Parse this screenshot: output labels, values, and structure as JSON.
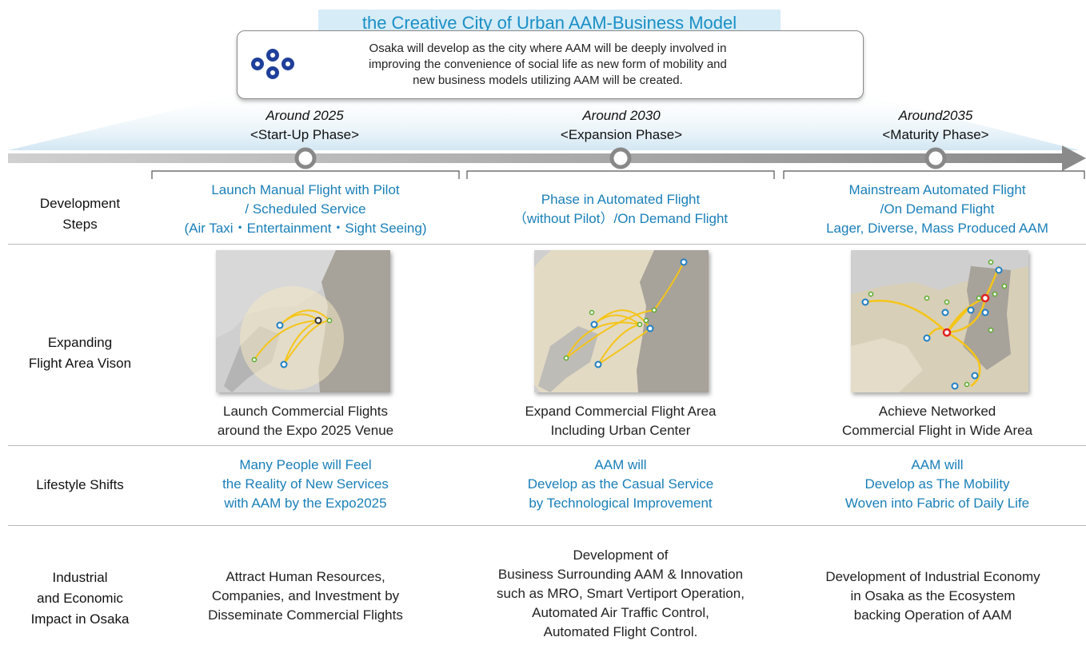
{
  "header": {
    "title": "the Creative City of Urban AAM-Business Model",
    "description": [
      "Osaka will develop as the city where AAM will be deeply involved in",
      "improving the convenience of social life as new form of mobility and",
      "new business models utilizing AAM will be created."
    ]
  },
  "phases": [
    {
      "year": "Around 2025",
      "name": "<Start-Up Phase>"
    },
    {
      "year": "Around 2030",
      "name": "<Expansion Phase>"
    },
    {
      "year": "Around2035",
      "name": "<Maturity Phase>"
    }
  ],
  "rows": {
    "development_steps": {
      "label": [
        "Development",
        "Steps"
      ],
      "cells": [
        [
          "Launch Manual Flight with Pilot",
          "/ Scheduled Service",
          "(Air Taxi・Entertainment・Sight Seeing)"
        ],
        [
          "Phase in Automated Flight",
          "（without Pilot）/On Demand Flight"
        ],
        [
          "Mainstream Automated Flight",
          "/On Demand Flight",
          "Lager, Diverse, Mass Produced AAM"
        ]
      ]
    },
    "flight_area": {
      "label": [
        "Expanding",
        "Flight Area Vison"
      ],
      "captions": [
        [
          "Launch Commercial Flights",
          "around the Expo 2025 Venue"
        ],
        [
          "Expand Commercial Flight Area",
          "Including Urban Center"
        ],
        [
          "Achieve Networked",
          "Commercial Flight in Wide Area"
        ]
      ]
    },
    "lifestyle": {
      "label": [
        "Lifestyle Shifts"
      ],
      "cells": [
        [
          "Many People will Feel",
          "the Reality of New Services",
          "with AAM by the Expo2025"
        ],
        [
          "AAM will",
          "Develop as the Casual Service",
          "by Technological Improvement"
        ],
        [
          "AAM will",
          "Develop as The Mobility",
          "Woven into Fabric of Daily Life"
        ]
      ]
    },
    "impact": {
      "label": [
        "Industrial",
        "and Economic",
        "Impact in Osaka"
      ],
      "cells": [
        [
          "Attract Human Resources,",
          "Companies, and Investment by",
          "Disseminate Commercial Flights"
        ],
        [
          "Development of",
          "Business Surrounding AAM & Innovation",
          "such as MRO, Smart Vertiport Operation,",
          "Automated Air Traffic Control,",
          "Automated Flight Control."
        ],
        [
          "Development of Industrial Economy",
          "in Osaka as the Ecosystem",
          "backing Operation of AAM"
        ]
      ]
    }
  },
  "colors": {
    "accent_blue": "#1a7fb8",
    "title_bg": "#d6ecf7",
    "timeline": "#9a9a9a",
    "flight_path": "#f5c518",
    "node_blue": "#1f7fc4",
    "node_green": "#5aaa2a",
    "node_red": "#e02020"
  },
  "icons": [
    "osaka-city-emblem-icon",
    "timeline-milestone-icon",
    "timeline-arrow-icon"
  ]
}
